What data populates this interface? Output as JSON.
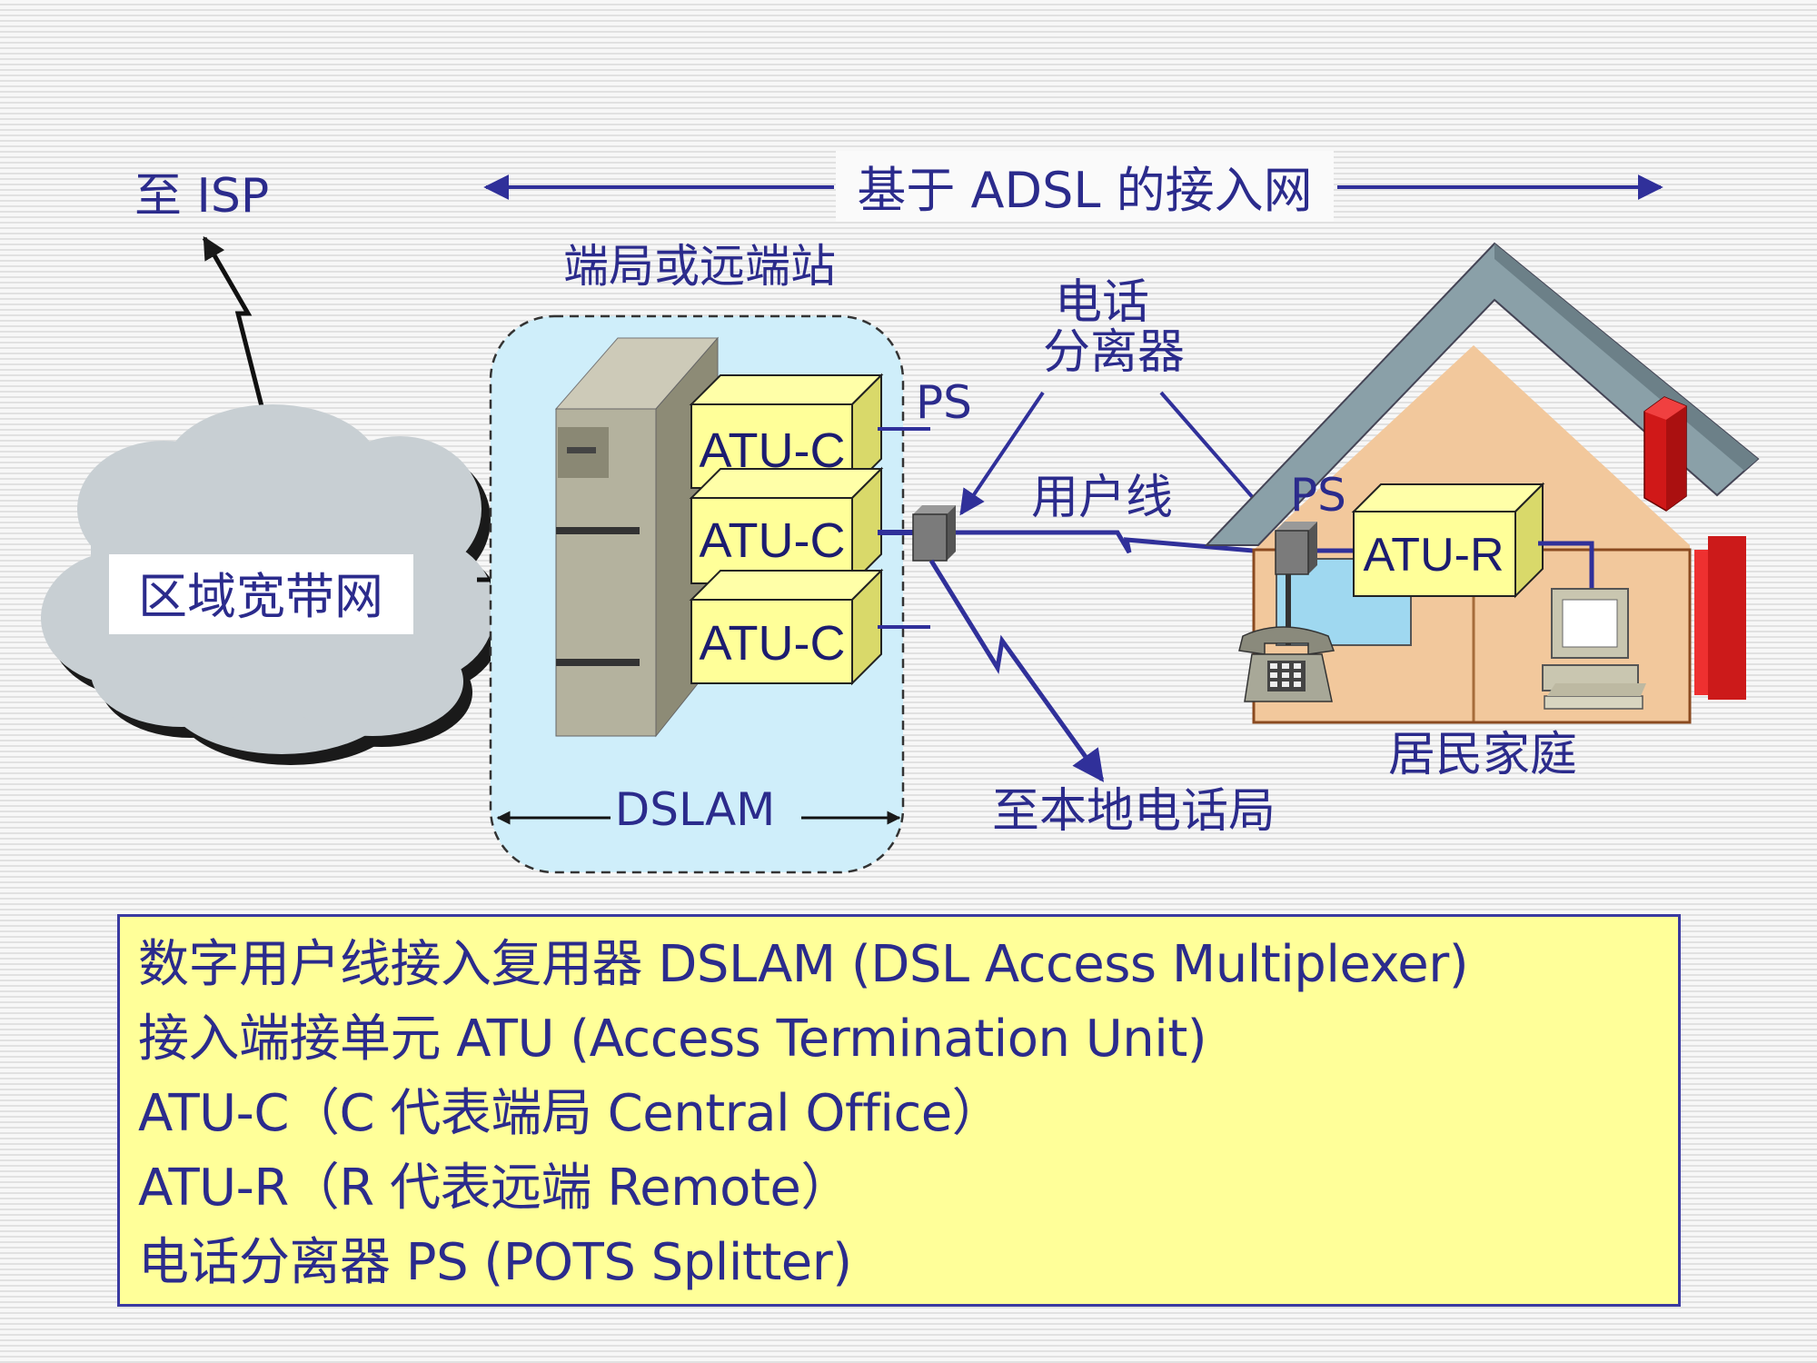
{
  "labels": {
    "to_isp": "至 ISP",
    "adsl_access_network": "基于 ADSL 的接入网",
    "central_office_site": "端局或远端站",
    "regional_broadband": "区域宽带网",
    "ps_office": "PS",
    "atu_c_1": "ATU-C",
    "atu_c_2": "ATU-C",
    "atu_c_3": "ATU-C",
    "dslam": "DSLAM",
    "splitter_line1": "电话",
    "splitter_line2": "分离器",
    "user_line": "用户线",
    "ps_home": "PS",
    "atu_r": "ATU-R",
    "residential_home": "居民家庭",
    "to_local_exchange": "至本地电话局"
  },
  "legend": {
    "lines": [
      "数字用户线接入复用器 DSLAM (DSL Access Multiplexer)",
      "接入端接单元 ATU (Access Termination Unit)",
      "ATU-C（C 代表端局 Central Office）",
      "ATU-R（R 代表远端 Remote）",
      "电话分离器 PS (POTS Splitter)"
    ]
  },
  "colors": {
    "text": "#2b2b8c",
    "line": "#30309a",
    "atu_fill": "#ffff99",
    "dslam_region": "#cfeefa",
    "cloud": "#c8cfd3",
    "house_wall": "#f2c89c",
    "roof": "#8aa0a8",
    "chimney": "#d01818",
    "legend_bg": "#ffff99"
  }
}
